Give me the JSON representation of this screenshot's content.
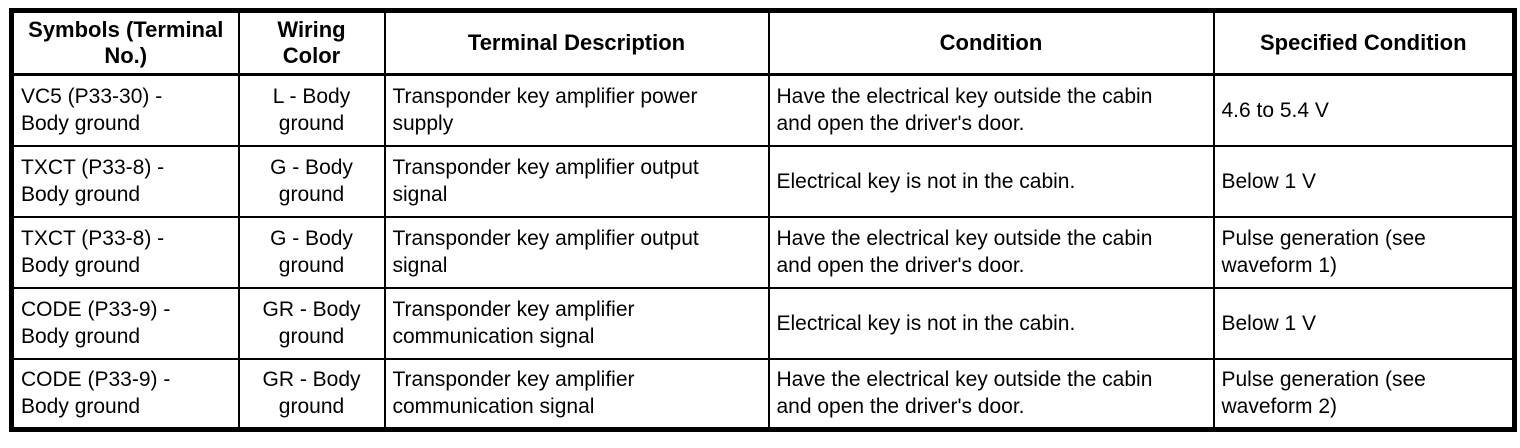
{
  "colors": {
    "border": "#000000",
    "text": "#000000",
    "background": "#ffffff"
  },
  "table": {
    "headers": [
      "Symbols (Terminal\nNo.)",
      "Wiring\nColor",
      "Terminal Description",
      "Condition",
      "Specified Condition"
    ],
    "rows": [
      [
        "VC5 (P33-30) -\nBody ground",
        "L - Body\nground",
        "Transponder key amplifier power\nsupply",
        "Have the electrical key outside the cabin\nand open the driver's door.",
        "4.6 to 5.4 V"
      ],
      [
        "TXCT (P33-8) -\nBody ground",
        "G - Body\nground",
        "Transponder key amplifier output\nsignal",
        "Electrical key is not in the cabin.",
        "Below 1 V"
      ],
      [
        "TXCT (P33-8) -\nBody ground",
        "G - Body\nground",
        "Transponder key amplifier output\nsignal",
        "Have the electrical key outside the cabin\nand open the driver's door.",
        "Pulse generation (see\nwaveform 1)"
      ],
      [
        "CODE (P33-9) -\nBody ground",
        "GR - Body\nground",
        "Transponder key amplifier\ncommunication signal",
        "Electrical key is not in the cabin.",
        "Below 1 V"
      ],
      [
        "CODE (P33-9) -\nBody ground",
        "GR - Body\nground",
        "Transponder key amplifier\ncommunication signal",
        "Have the electrical key outside the cabin\nand open the driver's door.",
        "Pulse generation (see\nwaveform 2)"
      ]
    ]
  }
}
